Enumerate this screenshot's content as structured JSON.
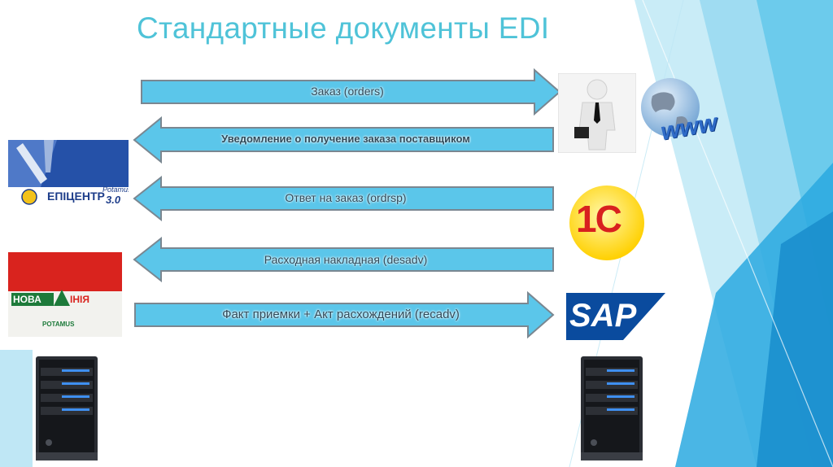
{
  "title": "Стандартные документы EDI",
  "flows": [
    {
      "label": "Заказ (orders)",
      "direction": "right"
    },
    {
      "label": "Уведомление о получение заказа поставщиком",
      "direction": "left"
    },
    {
      "label": "Ответ на заказ (ordrsp)",
      "direction": "left"
    },
    {
      "label": "Расходная накладная (desadv)",
      "direction": "left"
    },
    {
      "label": "Факт приемки + Акт расхождений (recadv)",
      "direction": "right"
    }
  ],
  "logos": {
    "epicentr": {
      "brand": "ЕПІЦЕНТР",
      "product": "Potamus",
      "version": "3.0"
    },
    "novalinia": {
      "brand_left": "НОВА",
      "brand_right": "ІНІЯ",
      "product": "POTAMUS"
    },
    "onec": {
      "text": "1С"
    },
    "sap": {
      "text": "SAP"
    },
    "www": {
      "text": "www"
    }
  },
  "colors": {
    "arrow_fill": "#5bc6ea",
    "arrow_stroke": "#7a8791",
    "title": "#4fc3d8",
    "sap_blue": "#0a4b9e",
    "onec_red": "#d8201f",
    "onec_yellow": "#ffd500"
  }
}
